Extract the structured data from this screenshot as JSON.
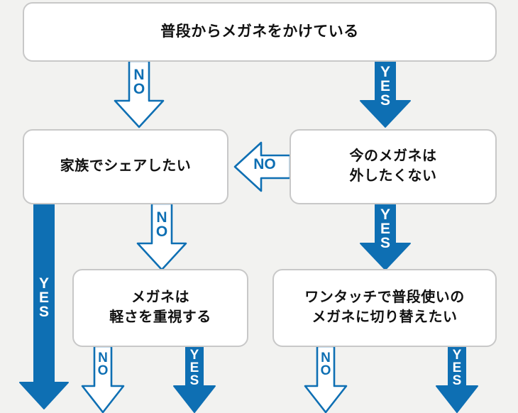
{
  "meta": {
    "title": "メガネ選びフローチャート",
    "background_color": "#f2f2f0",
    "accent_color": "#0e6fb3",
    "box_border_color": "#c8c8c8",
    "box_fill_color": "#ffffff",
    "text_color": "#111111"
  },
  "nodes": {
    "top": {
      "text": "普段からメガネをかけている"
    },
    "share": {
      "text": "家族でシェアしたい"
    },
    "keep": {
      "text": "今のメガネは\n外したくない"
    },
    "light": {
      "text": "メガネは\n軽さを重視する"
    },
    "switch": {
      "text": "ワンタッチで普段使いの\nメガネに切り替えたい"
    }
  },
  "arrows": {
    "top_no": {
      "label": "NO",
      "style": "outline",
      "direction": "down",
      "from": "top",
      "to": "share"
    },
    "top_yes": {
      "label": "YES",
      "style": "solid",
      "direction": "down",
      "from": "top",
      "to": "keep"
    },
    "keep_no": {
      "label": "NO",
      "style": "outline",
      "direction": "left",
      "from": "keep",
      "to": "share"
    },
    "keep_yes": {
      "label": "YES",
      "style": "solid",
      "direction": "down",
      "from": "keep",
      "to": "switch"
    },
    "share_yes": {
      "label": "YES",
      "style": "solid",
      "direction": "down",
      "from": "share",
      "to": "exit-1"
    },
    "share_no": {
      "label": "NO",
      "style": "outline",
      "direction": "down",
      "from": "share",
      "to": "light"
    },
    "light_no": {
      "label": "NO",
      "style": "outline",
      "direction": "down",
      "from": "light",
      "to": "exit-2"
    },
    "light_yes": {
      "label": "YES",
      "style": "solid",
      "direction": "down",
      "from": "light",
      "to": "exit-3"
    },
    "switch_no": {
      "label": "NO",
      "style": "outline",
      "direction": "down",
      "from": "switch",
      "to": "exit-4"
    },
    "switch_yes": {
      "label": "YES",
      "style": "solid",
      "direction": "down",
      "from": "switch",
      "to": "exit-5"
    }
  }
}
